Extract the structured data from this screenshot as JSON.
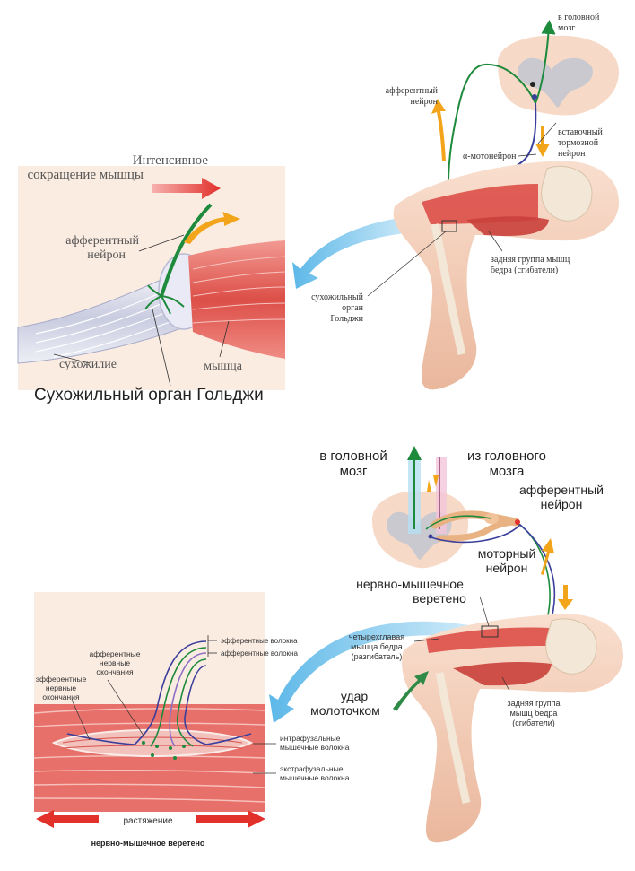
{
  "top": {
    "inset_heading_line1": "Интенсивное",
    "inset_heading_line2": "сокращение мышцы",
    "inset_afferent_line1": "афферентный",
    "inset_afferent_line2": "нейрон",
    "inset_tendon": "сухожилие",
    "inset_muscle": "мышца",
    "caption": "Сухожильный орган Гольджи",
    "to_brain_line1": "в головной",
    "to_brain_line2": "мозг",
    "afferent_line1": "афферентный",
    "afferent_line2": "нейрон",
    "interneuron_line1": "вставочный",
    "interneuron_line2": "тормозной",
    "interneuron_line3": "нейрон",
    "alpha_motor": "α-мотонейрон",
    "hamstrings_line1": "задняя группа мышц",
    "hamstrings_line2": "бедра (сгибатели)",
    "golgi_line1": "сухожильный",
    "golgi_line2": "орган",
    "golgi_line3": "Гольджи"
  },
  "bottom": {
    "to_brain_line1": "в головной",
    "to_brain_line2": "мозг",
    "from_brain_line1": "из головного",
    "from_brain_line2": "мозга",
    "afferent_line1": "афферентный",
    "afferent_line2": "нейрон",
    "motor_line1": "моторный",
    "motor_line2": "нейрон",
    "spindle_line1": "нервно-мышечное",
    "spindle_line2": "веретено",
    "quad_line1": "четырехглавая",
    "quad_line2": "мышца бедра",
    "quad_line3": "(разгибатель)",
    "hammer_line1": "удар",
    "hammer_line2": "молоточком",
    "hamstrings_line1": "задняя группа",
    "hamstrings_line2": "мышц бедра",
    "hamstrings_line3": "(сгибатели)",
    "efferent_fibers": "эфферентные волокна",
    "afferent_fibers": "афферентные волокна",
    "aff_endings_line1": "афферентные",
    "aff_endings_line2": "нервные",
    "aff_endings_line3": "окончания",
    "eff_endings_line1": "эфферентные",
    "eff_endings_line2": "нервные",
    "eff_endings_line3": "окончания",
    "intrafusal_line1": "интрафузальные",
    "intrafusal_line2": "мышечные волокна",
    "extrafusal_line1": "экстрафузальные",
    "extrafusal_line2": "мышечные волокна",
    "stretch": "растяжение",
    "caption": "нервно-мышечное веретено"
  },
  "colors": {
    "muscle": "#e0554e",
    "skin": "#f6d3bf",
    "nerve_green": "#1d8a3c",
    "nerve_blue": "#3b3f9c",
    "arrow_orange": "#f2a51a",
    "arrow_red": "#e2302b",
    "arrow_blue": "#4aaee0",
    "spinal_grey": "#c9c9cf"
  }
}
